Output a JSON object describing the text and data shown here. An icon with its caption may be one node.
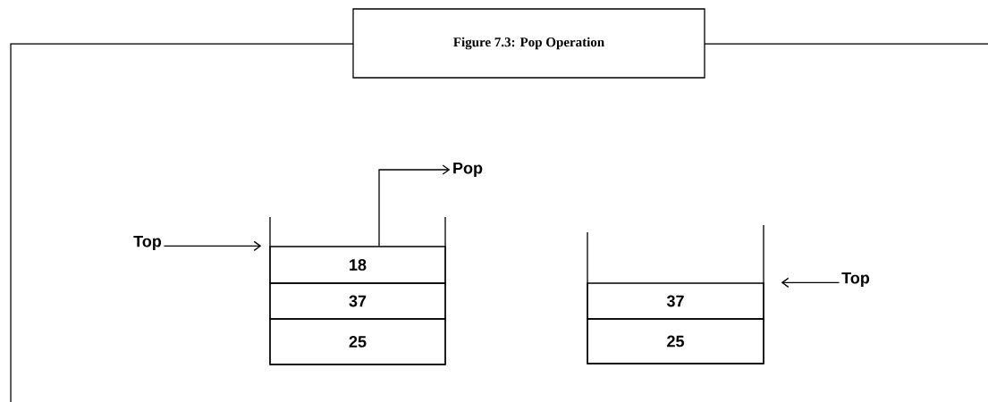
{
  "diagram": {
    "title": "Figure 7.3: Pop Operation",
    "nodes": [
      {
        "text": [
          "Top"
        ]
      },
      {
        "text": [],
        "shape": "box"
      },
      {
        "text": [
          "18"
        ],
        "in": 1
      },
      {
        "text": [
          "37"
        ],
        "in": 1
      },
      {
        "text": [
          "25"
        ],
        "in": 1
      },
      {
        "text": [
          "Pop"
        ]
      },
      {
        "text": [],
        "shape": "box"
      },
      {
        "text": [
          "37"
        ],
        "in": 6
      },
      {
        "text": [
          "25"
        ],
        "in": 6
      },
      {
        "text": [
          "Top"
        ]
      }
    ],
    "edges": [
      {
        "from": 0,
        "to": 2,
        "arrow": "to"
      },
      {
        "from": 2,
        "to": 5,
        "arrow": "to"
      },
      {
        "from": 9,
        "to": 7,
        "arrow": "to"
      }
    ]
  }
}
